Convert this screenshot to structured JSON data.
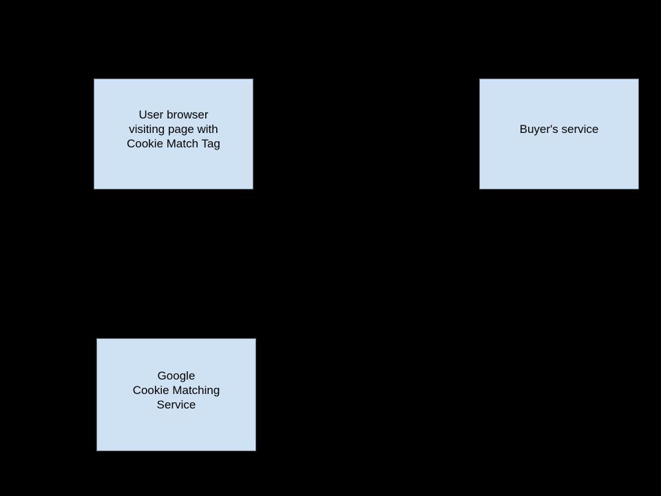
{
  "diagram": {
    "boxes": [
      {
        "id": "user-browser",
        "lines": [
          "User browser",
          "visiting page with",
          "Cookie Match Tag"
        ]
      },
      {
        "id": "buyers-service",
        "lines": [
          "Buyer's service"
        ]
      },
      {
        "id": "google-cookie-matching-service",
        "lines": [
          "Google",
          "Cookie Matching",
          "Service"
        ]
      }
    ]
  },
  "colors": {
    "background": "#000000",
    "box_fill": "#cfe2f3",
    "box_border": "#68747f",
    "text": "#000000"
  }
}
